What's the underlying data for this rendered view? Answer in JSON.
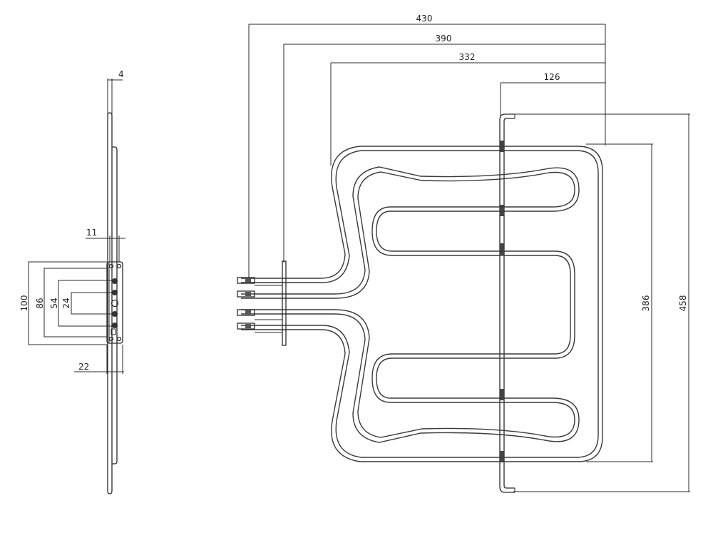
{
  "colors": {
    "line": "#2a2a2a",
    "background": "#ffffff"
  },
  "side_view": {
    "dims": {
      "thickness": "4",
      "plate": "11",
      "outer": "100",
      "mid": "86",
      "inner": "54",
      "core": "24",
      "bottom": "22"
    }
  },
  "front_view": {
    "dims": {
      "w430": "430",
      "w390": "390",
      "w332": "332",
      "w126": "126",
      "h386": "386",
      "h458": "458"
    }
  }
}
